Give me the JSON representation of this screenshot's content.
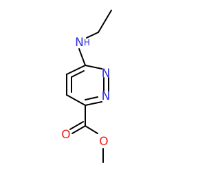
{
  "molecule": {
    "colors": {
      "carbon_bond": "#000000",
      "nitrogen": "#2f2fdc",
      "oxygen": "#e8261e"
    },
    "labels": {
      "amine_n": "N",
      "amine_h": "H",
      "ring_n_top": "N",
      "ring_n_bottom": "N",
      "carbonyl_o": "O",
      "ester_o": "O"
    }
  }
}
